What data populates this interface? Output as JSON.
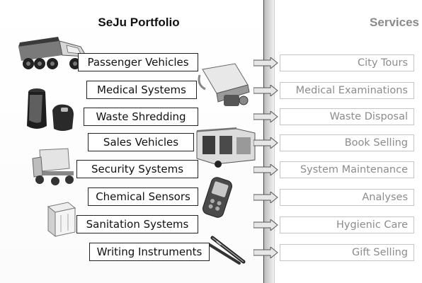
{
  "left_title": "SeJu Portfolio",
  "right_title": "Services",
  "rows": [
    {
      "product": "Passenger Vehicles",
      "service": "City Tours",
      "illustration": "armored-truck-icon"
    },
    {
      "product": "Medical Systems",
      "service": "Medical Examinations",
      "illustration": "medical-pump-icon"
    },
    {
      "product": "Waste Shredding",
      "service": "Waste Disposal",
      "illustration": "shredder-bin-icon"
    },
    {
      "product": "Sales Vehicles",
      "service": "Book Selling",
      "illustration": "sales-trailer-icon"
    },
    {
      "product": "Security Systems",
      "service": "System Maintenance",
      "illustration": "security-truck-icon"
    },
    {
      "product": "Chemical Sensors",
      "service": "Analyses",
      "illustration": "handheld-sensor-icon"
    },
    {
      "product": "Sanitation Systems",
      "service": "Hygienic Care",
      "illustration": "sanitation-unit-icon"
    },
    {
      "product": "Writing Instruments",
      "service": "Gift Selling",
      "illustration": "pens-icon"
    }
  ]
}
